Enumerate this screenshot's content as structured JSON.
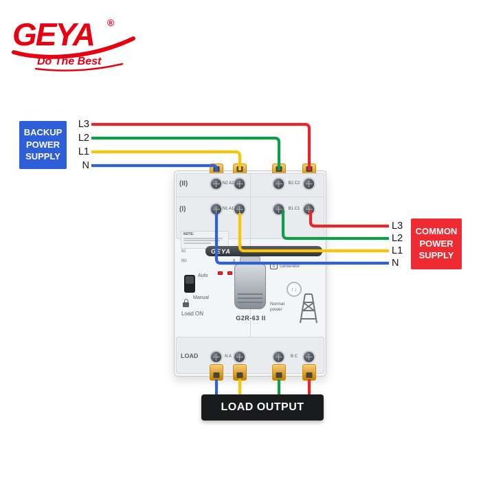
{
  "logo": {
    "brand": "GEYA",
    "registered": "®",
    "slogan": "Do The Best"
  },
  "colors": {
    "brand_red": "#e60012",
    "backup_box": "#2e5ed8",
    "common_box": "#ee2b33",
    "load_box": "#1a1b1d",
    "clip": "#f2a50a",
    "led": "#ff2222"
  },
  "backup_supply": {
    "label_lines": [
      "BACKUP",
      "POWER",
      "SUPPLY"
    ],
    "wires": [
      {
        "label": "L3",
        "color": "#e8252a"
      },
      {
        "label": "L2",
        "color": "#109d49"
      },
      {
        "label": "L1",
        "color": "#ffc400"
      },
      {
        "label": "N",
        "color": "#2f5fd9"
      }
    ]
  },
  "common_supply": {
    "label_lines": [
      "COMMON",
      "POWER",
      "SUPPLY"
    ],
    "wires": [
      {
        "label": "L3",
        "color": "#e8252a"
      },
      {
        "label": "L2",
        "color": "#109d49"
      },
      {
        "label": "L1",
        "color": "#ffc400"
      },
      {
        "label": "N",
        "color": "#2f5fd9"
      }
    ]
  },
  "load_output": {
    "label": "LOAD OUTPUT"
  },
  "device": {
    "brand": "GEYA",
    "model": "G2R-63 II",
    "mark": "II",
    "terminals": {
      "row2_symbol": "(II)",
      "row2_left": "N2 A2",
      "row2_right": "B2 C2",
      "row1_symbol": "(I)",
      "row1_left": "N1 A1",
      "row1_right": "B1 C1",
      "bottom_load": "LOAD",
      "bottom_left": "N A",
      "bottom_right": "B C"
    },
    "note_title": "NOTE:",
    "indicator_i": "IU",
    "indicator_ii": "IIU",
    "switch_auto": "Auto",
    "switch_manual": "Manual",
    "load_on": "Load ON",
    "generator": "Generator",
    "knob_glyph": "↑↓",
    "normal_power": "Normal power"
  }
}
